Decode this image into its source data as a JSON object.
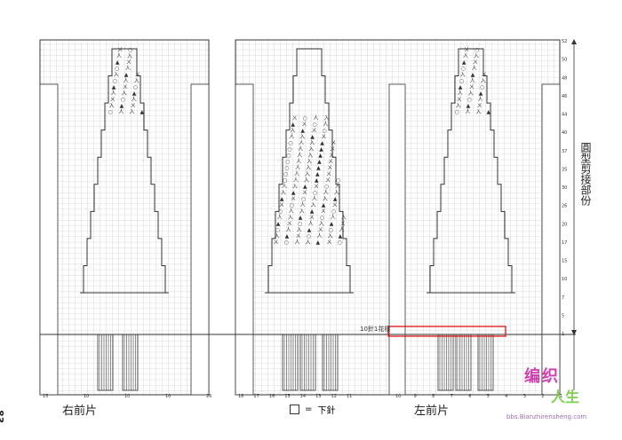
{
  "page_number": "83",
  "titles": {
    "right_front": "右前片",
    "left_front": "左前片"
  },
  "legend": {
    "symbol_label": "下針"
  },
  "side_label": "圓型剪接部份",
  "marker_label": "10針1花樣",
  "watermark": {
    "text1": "编织",
    "text2": "人生",
    "url": "bbs.Bianzhirensheng.com"
  },
  "stitch_symbols": [
    "ㄨ",
    "○",
    "人",
    "入",
    "▲"
  ],
  "bottom_numbers": {
    "right_front": [
      "15",
      "10",
      "10",
      "10",
      "26"
    ],
    "middle": [
      "18",
      "17",
      "16",
      "15",
      "14",
      "13",
      "12",
      "11"
    ],
    "left_front": [
      "10",
      "9",
      "8",
      "7",
      "6",
      "5",
      "4",
      "3",
      "2",
      "1"
    ]
  },
  "row_numbers": [
    "52",
    "50",
    "48",
    "46",
    "44",
    "40",
    "37",
    "35",
    "30",
    "26",
    "20",
    "17",
    "15",
    "10",
    "7",
    "5",
    "1"
  ],
  "colors": {
    "grid": "#9a9a9a",
    "ink": "#333333",
    "highlight": "#e01515",
    "watermark_pink": "#d23fb0",
    "watermark_green": "#7fcf4f"
  }
}
